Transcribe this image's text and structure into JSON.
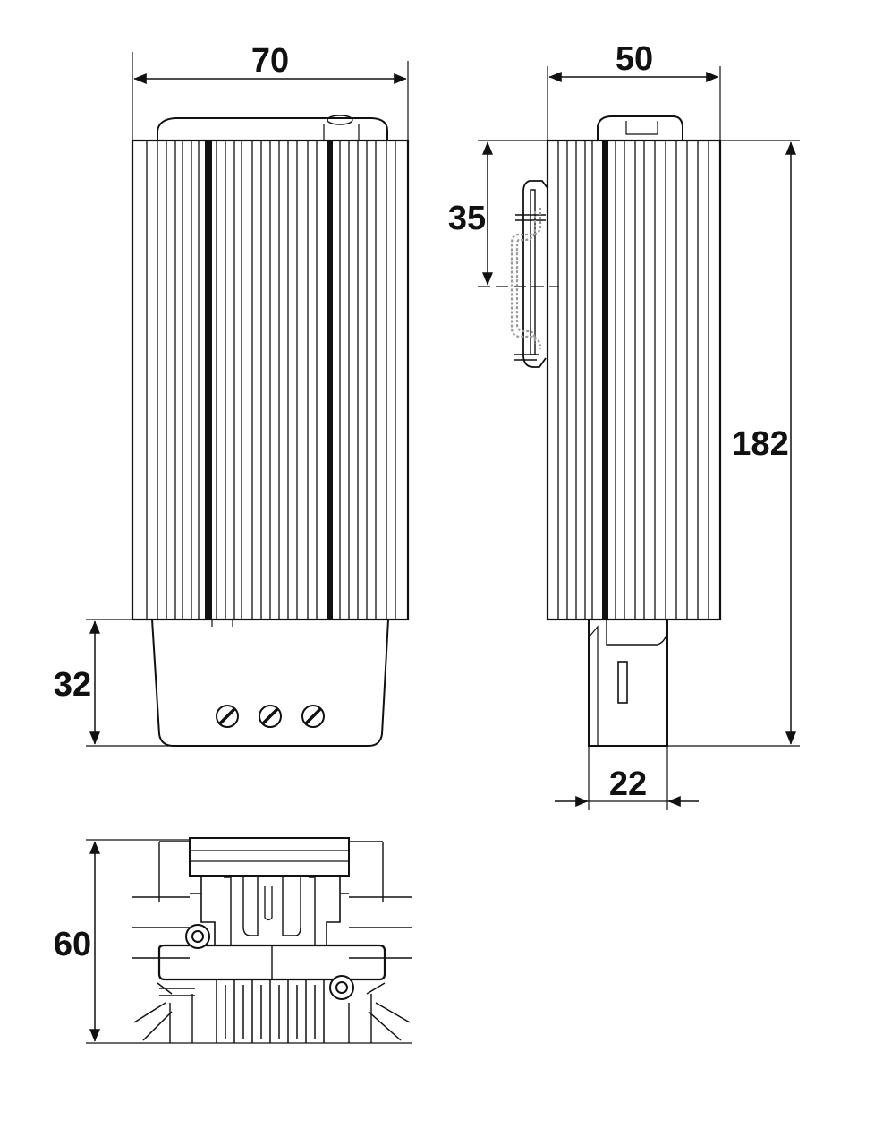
{
  "colors": {
    "line": "#111111",
    "background": "#ffffff",
    "rail": "#9a9a9a"
  },
  "dimensions": {
    "front_width": "70",
    "side_depth": "50",
    "height_total": "182",
    "rail_height": "35",
    "terminal_box_height": "32",
    "terminal_box_depth": "22",
    "bottom_view_depth": "60"
  }
}
